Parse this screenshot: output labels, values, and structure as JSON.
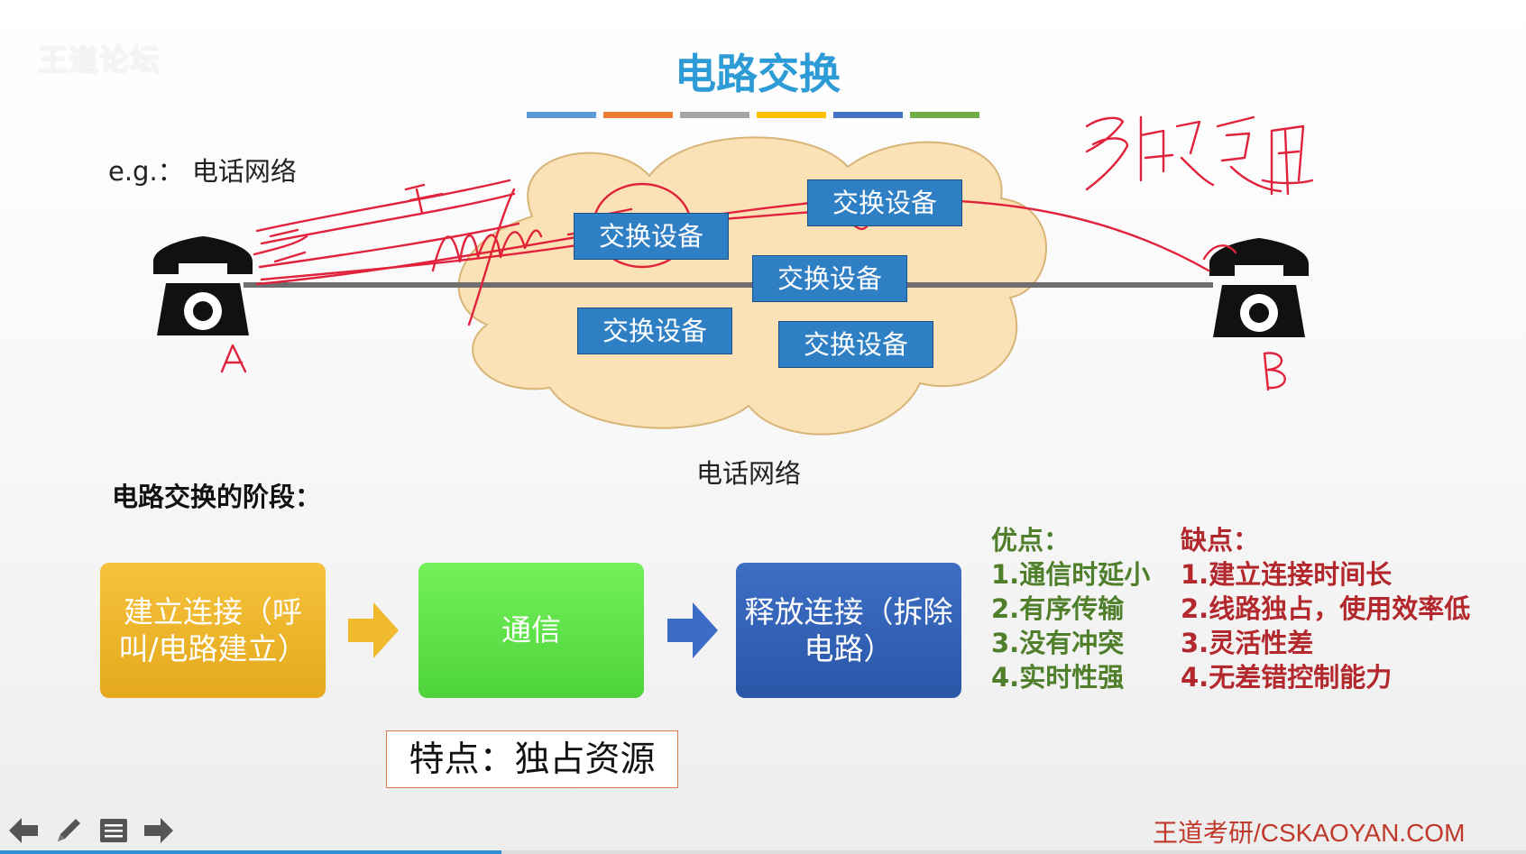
{
  "watermark": "王道论坛",
  "slide": {
    "title": "电路交换",
    "title_bar_colors": [
      "#5b9bd5",
      "#ed7d31",
      "#a5a5a5",
      "#ffc000",
      "#4472c4",
      "#70ad47"
    ],
    "example_label": "e.g.：  电话网络",
    "network_label": "电话网络",
    "devices": [
      "交换设备",
      "交换设备",
      "交换设备",
      "交换设备",
      "交换设备"
    ],
    "phone_a_note": "A",
    "phone_b_note": "B",
    "handwriting_note": "多路复用",
    "phases_heading": "电路交换的阶段：",
    "steps": [
      "建立连接（呼叫/电路建立）",
      "通信",
      "释放连接（拆除电路）"
    ],
    "feature": "特点：独占资源",
    "pros": {
      "heading": "优点：",
      "items": [
        "1.通信时延小",
        "2.有序传输",
        "3.没有冲突",
        "4.实时性强"
      ]
    },
    "cons": {
      "heading": "缺点：",
      "items": [
        "1.建立连接时间长",
        "2.线路独占，使用效率低",
        "3.灵活性差",
        "4.无差错控制能力"
      ]
    },
    "footer_brand": "王道考研/CSKAOYAN.COM"
  },
  "toolbar": {
    "icons": [
      "arrow-left-icon",
      "pen-icon",
      "menu-icon",
      "arrow-right-icon"
    ]
  },
  "colors": {
    "title": "#2d9bd6",
    "device": "#2f7fc5",
    "step1": "#f0b92e",
    "step2": "#5fe246",
    "step3": "#2f5fb5",
    "pros": "#4f7f2b",
    "cons": "#b3282d",
    "annotation": "#e0223b"
  }
}
